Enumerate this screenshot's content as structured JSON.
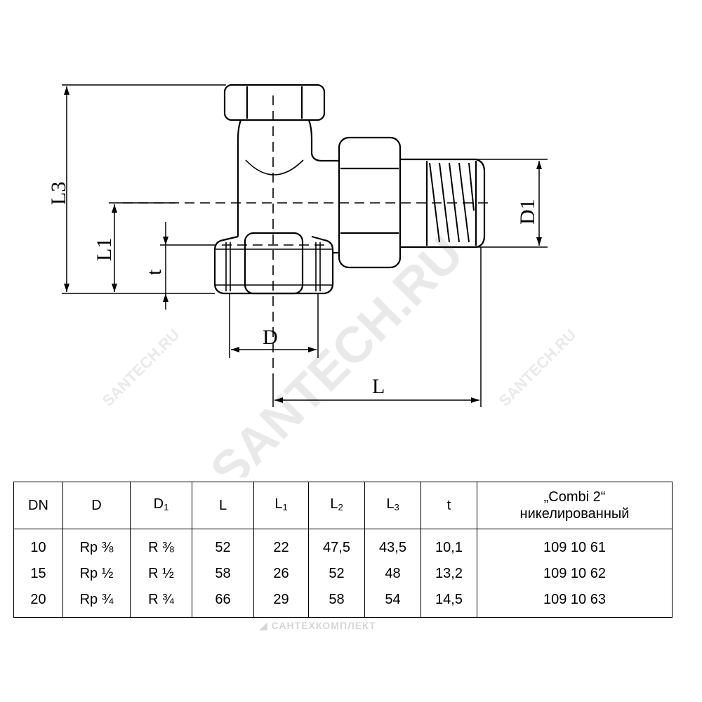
{
  "drawing": {
    "labels": {
      "L3": "L3",
      "L1": "L1",
      "t": "t",
      "D1": "D1",
      "D": "D",
      "L": "L"
    },
    "watermark_main": "SANTECH.RU",
    "watermark_small": "SANTECH.RU"
  },
  "table": {
    "headers": {
      "dn": "DN",
      "d": "D",
      "d1_main": "D",
      "d1_sub": "1",
      "l": "L",
      "l1_main": "L",
      "l1_sub": "1",
      "l2_main": "L",
      "l2_sub": "2",
      "l3_main": "L",
      "l3_sub": "3",
      "t": "t",
      "combi_line1": "„Combi 2“",
      "combi_line2": "никелированный"
    },
    "rows": [
      {
        "dn": "10",
        "d": "Rp ⅜",
        "d1": "R ⅜",
        "l": "52",
        "l1": "22",
        "l2": "47,5",
        "l3": "43,5",
        "t": "10,1",
        "code": "109 10 61"
      },
      {
        "dn": "15",
        "d": "Rp ½",
        "d1": "R ½",
        "l": "58",
        "l1": "26",
        "l2": "52",
        "l3": "48",
        "t": "13,2",
        "code": "109 10 62"
      },
      {
        "dn": "20",
        "d": "Rp ¾",
        "d1": "R ¾",
        "l": "66",
        "l1": "29",
        "l2": "58",
        "l3": "54",
        "t": "14,5",
        "code": "109 10 63"
      }
    ]
  },
  "brand": "САНТЕХКОМПЛЕКТ"
}
